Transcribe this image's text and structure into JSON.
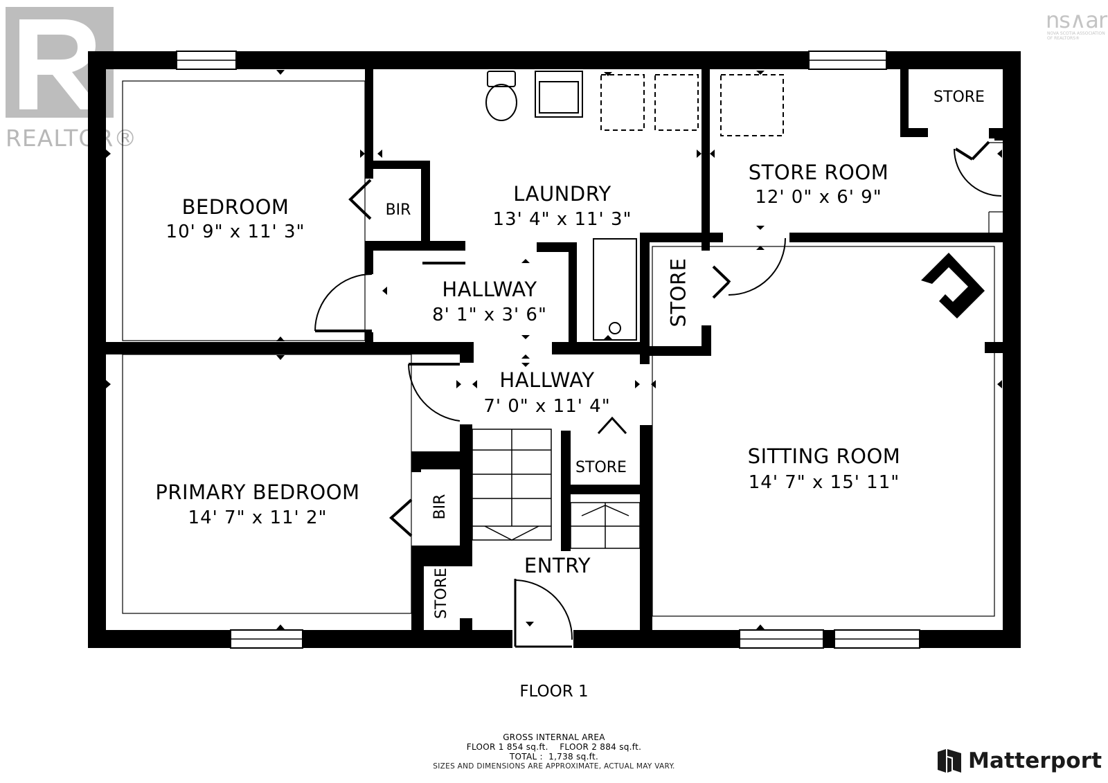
{
  "rooms": {
    "bedroom": {
      "name": "BEDROOM",
      "dims": "10' 9\" x 11' 3\""
    },
    "laundry": {
      "name": "LAUNDRY",
      "dims": "13' 4\" x 11' 3\""
    },
    "store_room": {
      "name": "STORE ROOM",
      "dims": "12' 0\" x 6' 9\""
    },
    "store_top_right": {
      "name": "STORE"
    },
    "bir_top": {
      "name": "BIR"
    },
    "hallway_upper": {
      "name": "HALLWAY",
      "dims": "8' 1\" x 3' 6\""
    },
    "store_middle": {
      "name": "STORE"
    },
    "hallway_lower": {
      "name": "HALLWAY",
      "dims": "7' 0\" x 11' 4\""
    },
    "primary_bedroom": {
      "name": "PRIMARY BEDROOM",
      "dims": "14' 7\" x 11' 2\""
    },
    "bir_bottom": {
      "name": "BIR"
    },
    "store_stairs": {
      "name": "STORE"
    },
    "sitting_room": {
      "name": "SITTING ROOM",
      "dims": "14' 7\" x 15' 11\""
    },
    "entry": {
      "name": "ENTRY"
    },
    "store_bottom": {
      "name": "STORE"
    }
  },
  "floor_title": "FLOOR 1",
  "area_summary": {
    "heading": "GROSS INTERNAL AREA",
    "floors": "FLOOR 1 854 sq.ft.    FLOOR 2 884 sq.ft.",
    "total": "TOTAL :  1,738 sq.ft.",
    "disclaimer": "SIZES AND DIMENSIONS ARE APPROXIMATE, ACTUAL MAY VARY."
  },
  "branding": {
    "matterport": "Matterport",
    "realtor": "REALTOR®",
    "nsar": "ns∧ar",
    "nsar_sub": "NOVA SCOTIA ASSOCIATION OF REALTORS®"
  },
  "colors": {
    "wall": "#000000",
    "watermark": "#bdbdbd",
    "background": "#ffffff"
  }
}
